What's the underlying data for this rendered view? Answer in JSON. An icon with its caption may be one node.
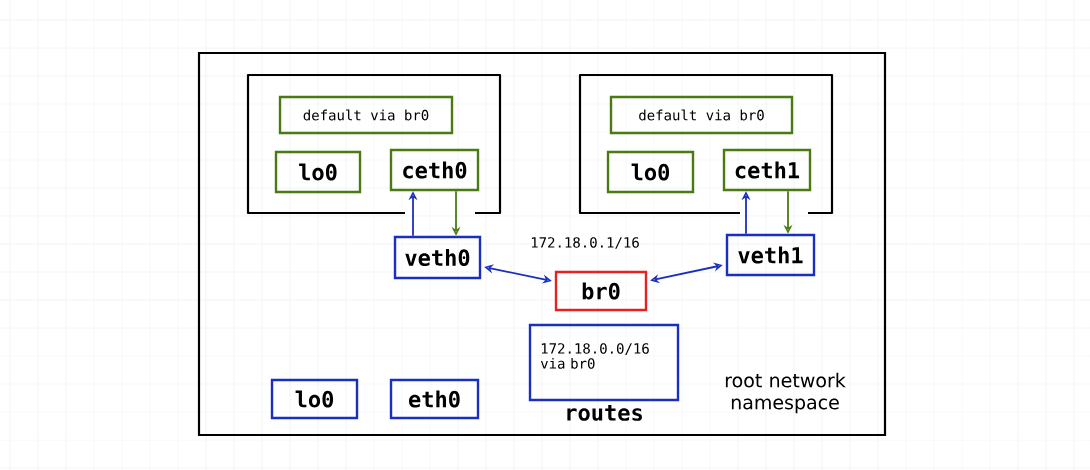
{
  "diagram": {
    "nodes": [
      {
        "text": [
          "root network namespace"
        ]
      },
      {
        "text": [],
        "shape": "box",
        "in": 0
      },
      {
        "text": [
          "default via br0"
        ],
        "in": 1
      },
      {
        "text": [
          "lo0"
        ],
        "in": 1
      },
      {
        "text": [
          "ceth0"
        ],
        "in": 1
      },
      {
        "text": [],
        "shape": "box",
        "in": 0
      },
      {
        "text": [
          "default via br0"
        ],
        "in": 5
      },
      {
        "text": [
          "lo0"
        ],
        "in": 5
      },
      {
        "text": [
          "ceth1"
        ],
        "in": 5
      },
      {
        "text": [
          "veth0"
        ],
        "in": 0
      },
      {
        "text": [
          "br0"
        ],
        "beside": [
          "172.18.0.1/16"
        ],
        "in": 0
      },
      {
        "text": [
          "veth1"
        ],
        "in": 0
      },
      {
        "text": [
          "172.18.0.0/16 via br0"
        ],
        "beside": [
          "routes"
        ],
        "in": 0
      },
      {
        "text": [
          "lo0"
        ],
        "in": 0
      },
      {
        "text": [
          "eth0"
        ],
        "in": 0
      }
    ],
    "edges": [
      {
        "from": 9,
        "to": 4,
        "arrow": "to"
      },
      {
        "from": 4,
        "to": 9,
        "arrow": "to",
        "color": "#4a7a12"
      },
      {
        "from": 11,
        "to": 8,
        "arrow": "to"
      },
      {
        "from": 8,
        "to": 11,
        "arrow": "to",
        "color": "#4a7a12"
      },
      {
        "from": 9,
        "to": 10,
        "arrow": "both"
      },
      {
        "from": 10,
        "to": 11,
        "arrow": "both"
      }
    ]
  }
}
